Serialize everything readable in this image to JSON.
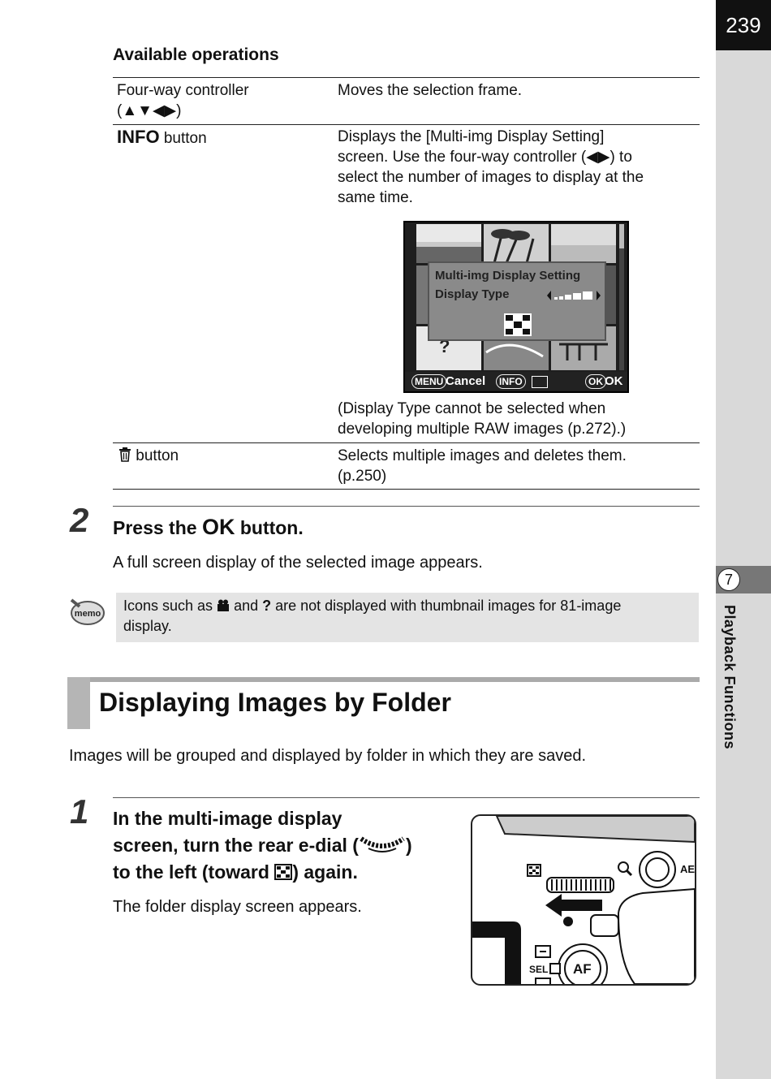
{
  "page": {
    "number": "239",
    "chapter_number": "7",
    "chapter_title": "Playback Functions"
  },
  "ops": {
    "heading": "Available operations",
    "row1": {
      "left_line1": "Four-way controller",
      "left_line2": "(▲▼◀▶)",
      "right": "Moves the selection frame."
    },
    "row2": {
      "left_bold": "INFO",
      "left_rest": " button",
      "right_lines": [
        "Displays the [Multi-img Display Setting]",
        "screen. Use the four-way controller (◀▶) to",
        "select the number of images to display at the",
        "same time."
      ],
      "note_lines": [
        "(Display Type cannot be selected when",
        "developing multiple RAW images (p.272).)"
      ]
    },
    "row3": {
      "left_rest": " button",
      "right_lines": [
        "Selects multiple images and deletes them.",
        "(p.250)"
      ]
    }
  },
  "screen": {
    "dialog_title": "Multi-img Display Setting",
    "display_type_label": "Display Type",
    "menu_button": "MENU",
    "cancel_label": "Cancel",
    "info_button": "INFO",
    "ok_button": "OK",
    "ok_label": "OK",
    "question_mark": "?"
  },
  "step2": {
    "number": "2",
    "head_pre": "Press the ",
    "head_ok": "OK",
    "head_post": " button.",
    "body": "A full screen display of the selected image appears."
  },
  "memo": {
    "label": "memo",
    "text_pre": "Icons such as ",
    "text_mid": " and ",
    "text_q": "?",
    "text_post": " are not displayed with thumbnail images for 81-image",
    "text_line2": "display."
  },
  "section": {
    "title": "Displaying Images by Folder",
    "intro": "Images will be grouped and displayed by folder in which they are saved."
  },
  "step1": {
    "number": "1",
    "line1": "In the multi-image display",
    "line2_pre": "screen, turn the rear e-dial (",
    "line2_post": ")",
    "line3_pre": "to the left (toward ",
    "line3_post": ") again.",
    "body": "The folder display screen appears."
  },
  "camera": {
    "ae_label": "AE",
    "af_label": "AF",
    "sel_label": "SEL"
  }
}
